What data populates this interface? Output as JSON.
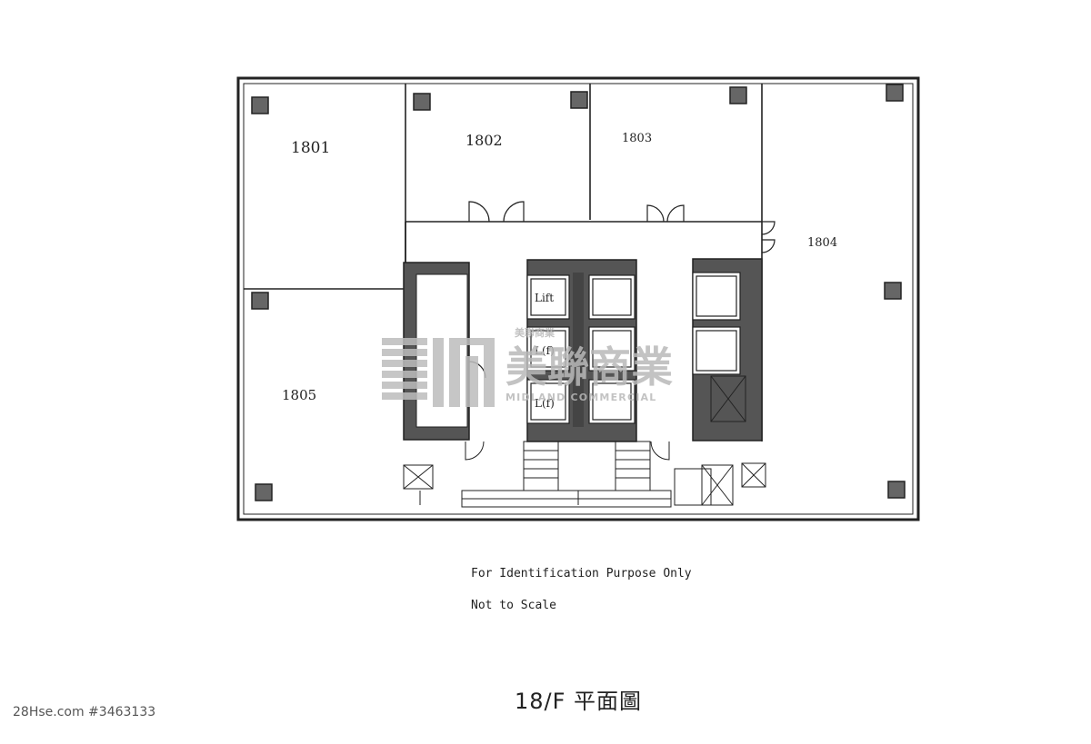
{
  "units": [
    {
      "id": "1801",
      "label": "1801"
    },
    {
      "id": "1802",
      "label": "1802"
    },
    {
      "id": "1803",
      "label": "1803"
    },
    {
      "id": "1804",
      "label": "1804"
    },
    {
      "id": "1805",
      "label": "1805"
    }
  ],
  "lifts": [
    "Lift",
    "L(f)",
    "L(f)"
  ],
  "watermark": {
    "chinese": "美聯商業",
    "english": "MIDLAND COMMERCIAL",
    "small": "美聯商業"
  },
  "notes": {
    "identification": "For Identification Purpose Only",
    "scale": "Not to Scale"
  },
  "floor_title": "18/F 平面圖",
  "credit": "28Hse.com #3463133",
  "colors": {
    "line": "#222222",
    "core_fill": "#555555",
    "watermark": "#b9b9b9"
  }
}
